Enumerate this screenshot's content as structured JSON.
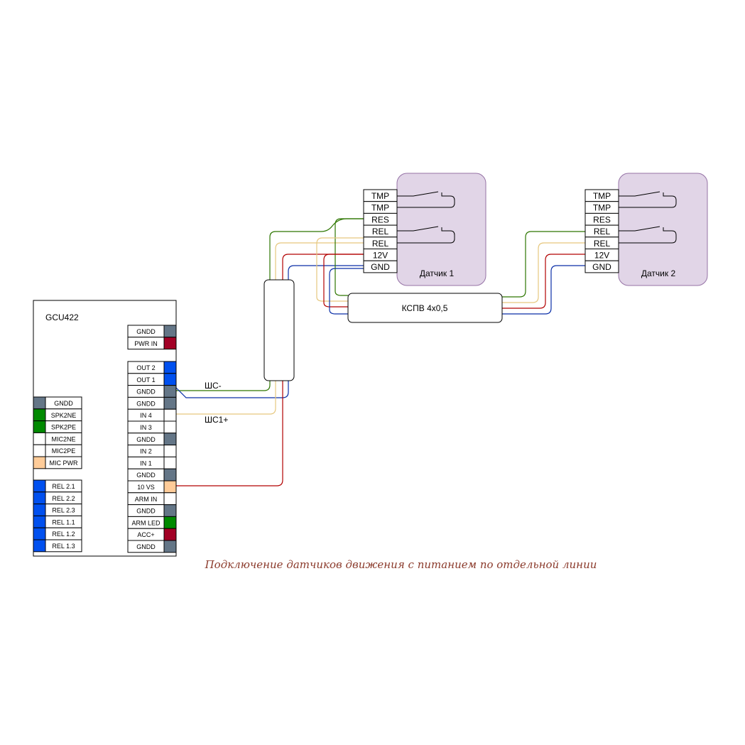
{
  "colors": {
    "gray": "#647687",
    "blue": "#0050ef",
    "red": "#a20025",
    "green": "#008a00",
    "peach": "#ffcc99",
    "sensor_fill": "#e1d5e7",
    "sensor_stroke": "#9673a6",
    "wire_green": "#2d7600",
    "wire_blue": "#0a2fa8",
    "wire_red": "#b20000",
    "wire_tan": "#e6c77e",
    "caption": "#8b3a2b"
  },
  "controller": {
    "title": "GCU422",
    "right_top_pins": [
      {
        "label": "GNDD",
        "color": "gray"
      },
      {
        "label": "PWR IN",
        "color": "red"
      }
    ],
    "right_pins": [
      {
        "label": "OUT 2",
        "color": "blue"
      },
      {
        "label": "OUT 1",
        "color": "blue"
      },
      {
        "label": "GNDD",
        "color": "gray"
      },
      {
        "label": "GNDD",
        "color": "gray"
      },
      {
        "label": "IN 4",
        "color": "white"
      },
      {
        "label": "IN 3",
        "color": "white"
      },
      {
        "label": "GNDD",
        "color": "gray"
      },
      {
        "label": "IN 2",
        "color": "white"
      },
      {
        "label": "IN 1",
        "color": "white"
      },
      {
        "label": "GNDD",
        "color": "gray"
      },
      {
        "label": "10 VS",
        "color": "peach"
      },
      {
        "label": "ARM IN",
        "color": "white"
      },
      {
        "label": "GNDD",
        "color": "gray"
      },
      {
        "label": "ARM LED",
        "color": "green"
      },
      {
        "label": "ACC+",
        "color": "red"
      },
      {
        "label": "GNDD",
        "color": "gray"
      }
    ],
    "left_group1": [
      {
        "label": "GNDD",
        "color": "gray"
      },
      {
        "label": "SPK2NE",
        "color": "green"
      },
      {
        "label": "SPK2PE",
        "color": "green"
      },
      {
        "label": "MIC2NE",
        "color": "white"
      },
      {
        "label": "MIC2PE",
        "color": "white"
      },
      {
        "label": "MIC PWR",
        "color": "peach"
      }
    ],
    "left_group2": [
      {
        "label": "REL 2.1",
        "color": "blue"
      },
      {
        "label": "REL 2.2",
        "color": "blue"
      },
      {
        "label": "REL 2.3",
        "color": "blue"
      },
      {
        "label": "REL 1.1",
        "color": "blue"
      },
      {
        "label": "REL 1.2",
        "color": "blue"
      },
      {
        "label": "REL 1.3",
        "color": "blue"
      }
    ]
  },
  "wire_labels": {
    "shs_minus": "ШС-",
    "shs1_plus": "ШС1+"
  },
  "cable": {
    "label": "КСПВ 4х0,5"
  },
  "sensors": [
    {
      "name": "Датчик 1",
      "terminals": [
        "TMP",
        "TMP",
        "RES",
        "REL",
        "REL",
        "12V",
        "GND"
      ]
    },
    {
      "name": "Датчик 2",
      "terminals": [
        "TMP",
        "TMP",
        "RES",
        "REL",
        "REL",
        "12V",
        "GND"
      ]
    }
  ],
  "caption": "Подключение датчиков движения с питанием по отдельной линии"
}
